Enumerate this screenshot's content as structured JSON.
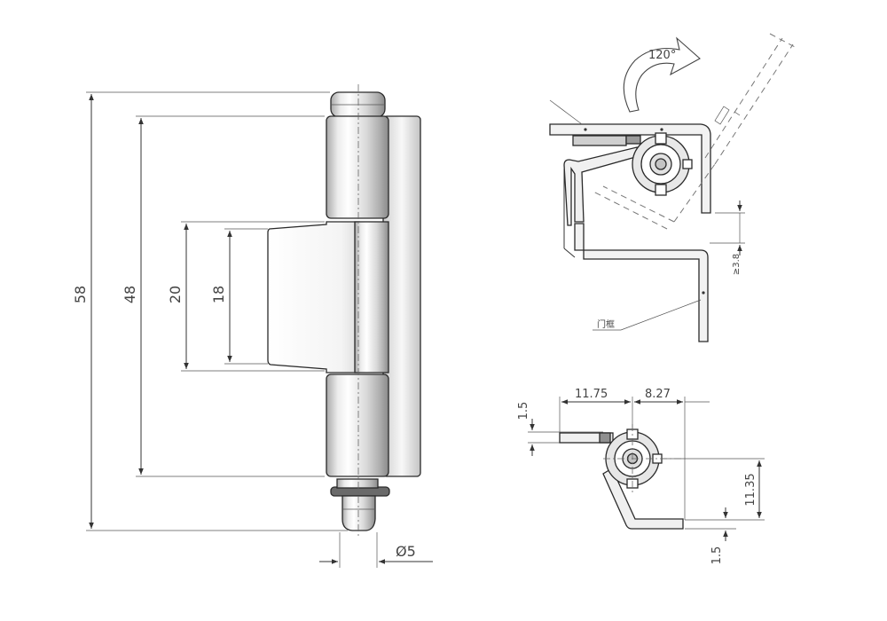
{
  "front_view": {
    "dim_total_height": "58",
    "dim_body_height": "48",
    "dim_leaf_height": "20",
    "dim_leaf_inner": "18",
    "dim_pin_diameter": "Ø5"
  },
  "top_view": {
    "rotation_label": "120°",
    "gap_label": "≥3.8",
    "frame_label": "门框"
  },
  "section_view": {
    "dim_left": "11.75",
    "dim_right": "8.27",
    "dim_thickness_top": "1.5",
    "dim_thickness_bottom": "1.5",
    "dim_offset": "11.35"
  },
  "colors": {
    "line": "#333333",
    "fill_light": "#f2f2f2",
    "fill_mid": "#d9d9d9",
    "fill_dark": "#9a9a9a"
  }
}
